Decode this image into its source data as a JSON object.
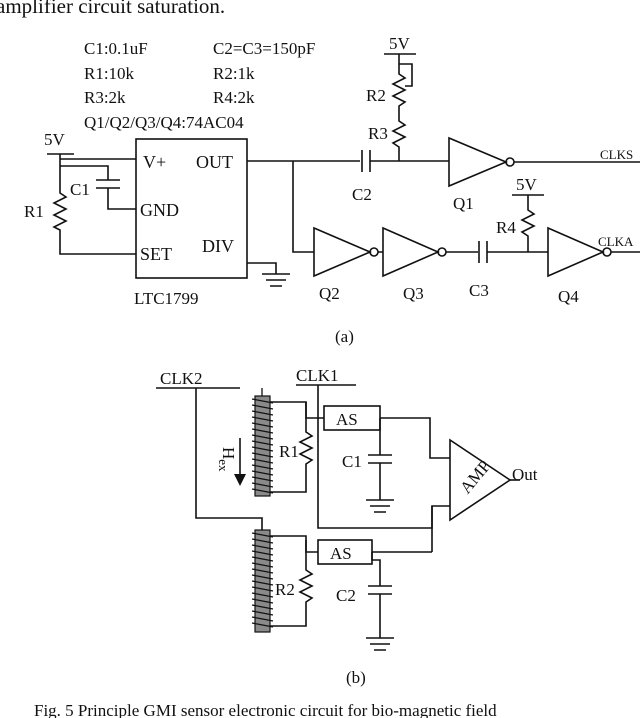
{
  "top_caption_fragment": "amplifier circuit saturation.",
  "panel_a": {
    "param_c1": "C1:0.1uF",
    "param_c2c3": "C2=C3=150pF",
    "param_r1": "R1:10k",
    "param_r2": "R2:1k",
    "param_r3": "R3:2k",
    "param_r4": "R4:2k",
    "param_q": "Q1/Q2/Q3/Q4:74AC04",
    "supply_left": "5V",
    "supply_top": "5V",
    "supply_right": "5V",
    "chip_vplus": "V+",
    "chip_out": "OUT",
    "chip_gnd": "GND",
    "chip_set": "SET",
    "chip_div": "DIV",
    "chip_name": "LTC1799",
    "label_c1": "C1",
    "label_r1": "R1",
    "label_r2": "R2",
    "label_r3": "R3",
    "label_r4": "R4",
    "label_c2": "C2",
    "label_c3": "C3",
    "label_q1": "Q1",
    "label_q2": "Q2",
    "label_q3": "Q3",
    "label_q4": "Q4",
    "out_clks": "CLKS",
    "out_clka": "CLKA",
    "sub_label": "(a)"
  },
  "panel_b": {
    "clk2": "CLK2",
    "clk1": "CLK1",
    "as1": "AS",
    "as2": "AS",
    "label_r1": "R1",
    "label_c1": "C1",
    "label_r2": "R2",
    "label_c2": "C2",
    "amp": "AMP",
    "out": "Out",
    "field_h": "H",
    "field_sub": "ex",
    "sub_label": "(b)"
  },
  "figure_caption": "Fig. 5 Principle GMI sensor electronic circuit for bio-magnetic field"
}
